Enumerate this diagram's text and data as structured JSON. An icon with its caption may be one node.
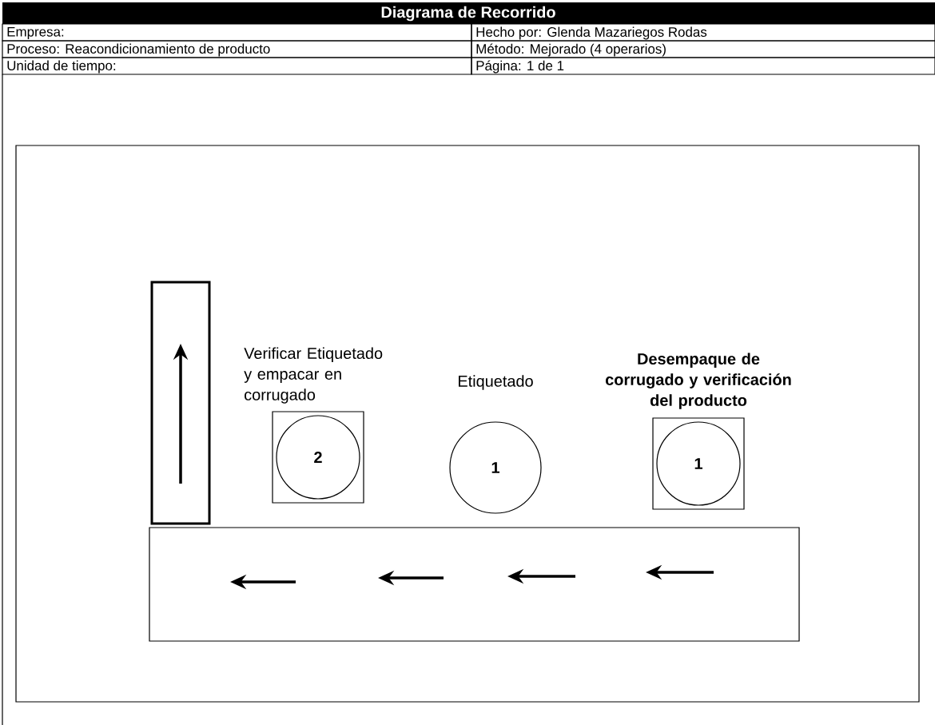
{
  "diagram": {
    "title": "Diagrama de Recorrido",
    "nodes": [
      {
        "text": [],
        "shape": "box"
      },
      {
        "text": [
          "2"
        ],
        "beside": [
          "Verificar Etiquetado y empacar en corrugado"
        ]
      },
      {
        "text": [
          "1"
        ],
        "beside": [
          "Etiquetado"
        ]
      },
      {
        "text": [
          "1"
        ],
        "beside": [
          "Desempaque de corrugado y verificación del producto"
        ]
      },
      {
        "text": [],
        "shape": "box"
      }
    ],
    "labels": [
      "Empresa:",
      "Hecho por: Glenda Mazariegos Rodas",
      "Proceso: Reacondicionamiento de producto",
      "Método: Mejorado (4 operarios)",
      "Unidad de tiempo:",
      "Página: 1 de 1"
    ]
  }
}
